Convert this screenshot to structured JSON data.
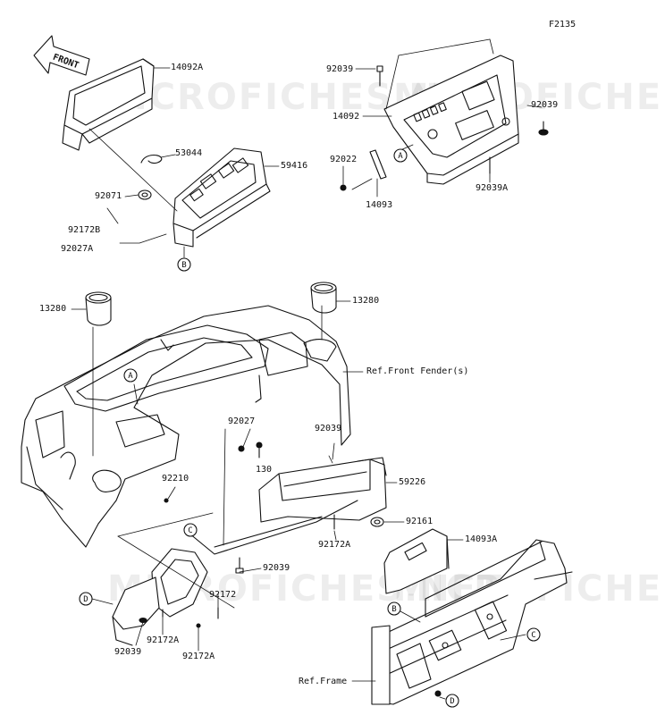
{
  "figure_code": "F2135",
  "front_arrow": "FRONT",
  "watermark": "MICROFICHES.NET",
  "part_labels": {
    "p14092A": "14092A",
    "p53044": "53044",
    "p59416": "59416",
    "p92071": "92071",
    "p92172B": "92172B",
    "p92027A": "92027A",
    "p92039_top": "92039",
    "p14092": "14092",
    "p92022": "92022",
    "p14093": "14093",
    "p92039_right": "92039",
    "p92039A": "92039A",
    "p13280_left": "13280",
    "p13280_right": "13280",
    "ref_front_fender": "Ref.Front Fender(s)",
    "p92027": "92027",
    "p130": "130",
    "p92039_mid": "92039",
    "p59226": "59226",
    "p92210": "92210",
    "p92161": "92161",
    "p92172A_mid": "92172A",
    "p14093A": "14093A",
    "p92039_low": "92039",
    "p92172": "92172",
    "p92172A_a": "92172A",
    "p92039_bottom": "92039",
    "p92172A_b": "92172A",
    "ref_frame": "Ref.Frame"
  },
  "callouts": {
    "A_top": "A",
    "B_top": "B",
    "A_dash": "A",
    "C_console": "C",
    "D_console": "D",
    "B_frame": "B",
    "C_frame": "C",
    "D_frame": "D"
  }
}
